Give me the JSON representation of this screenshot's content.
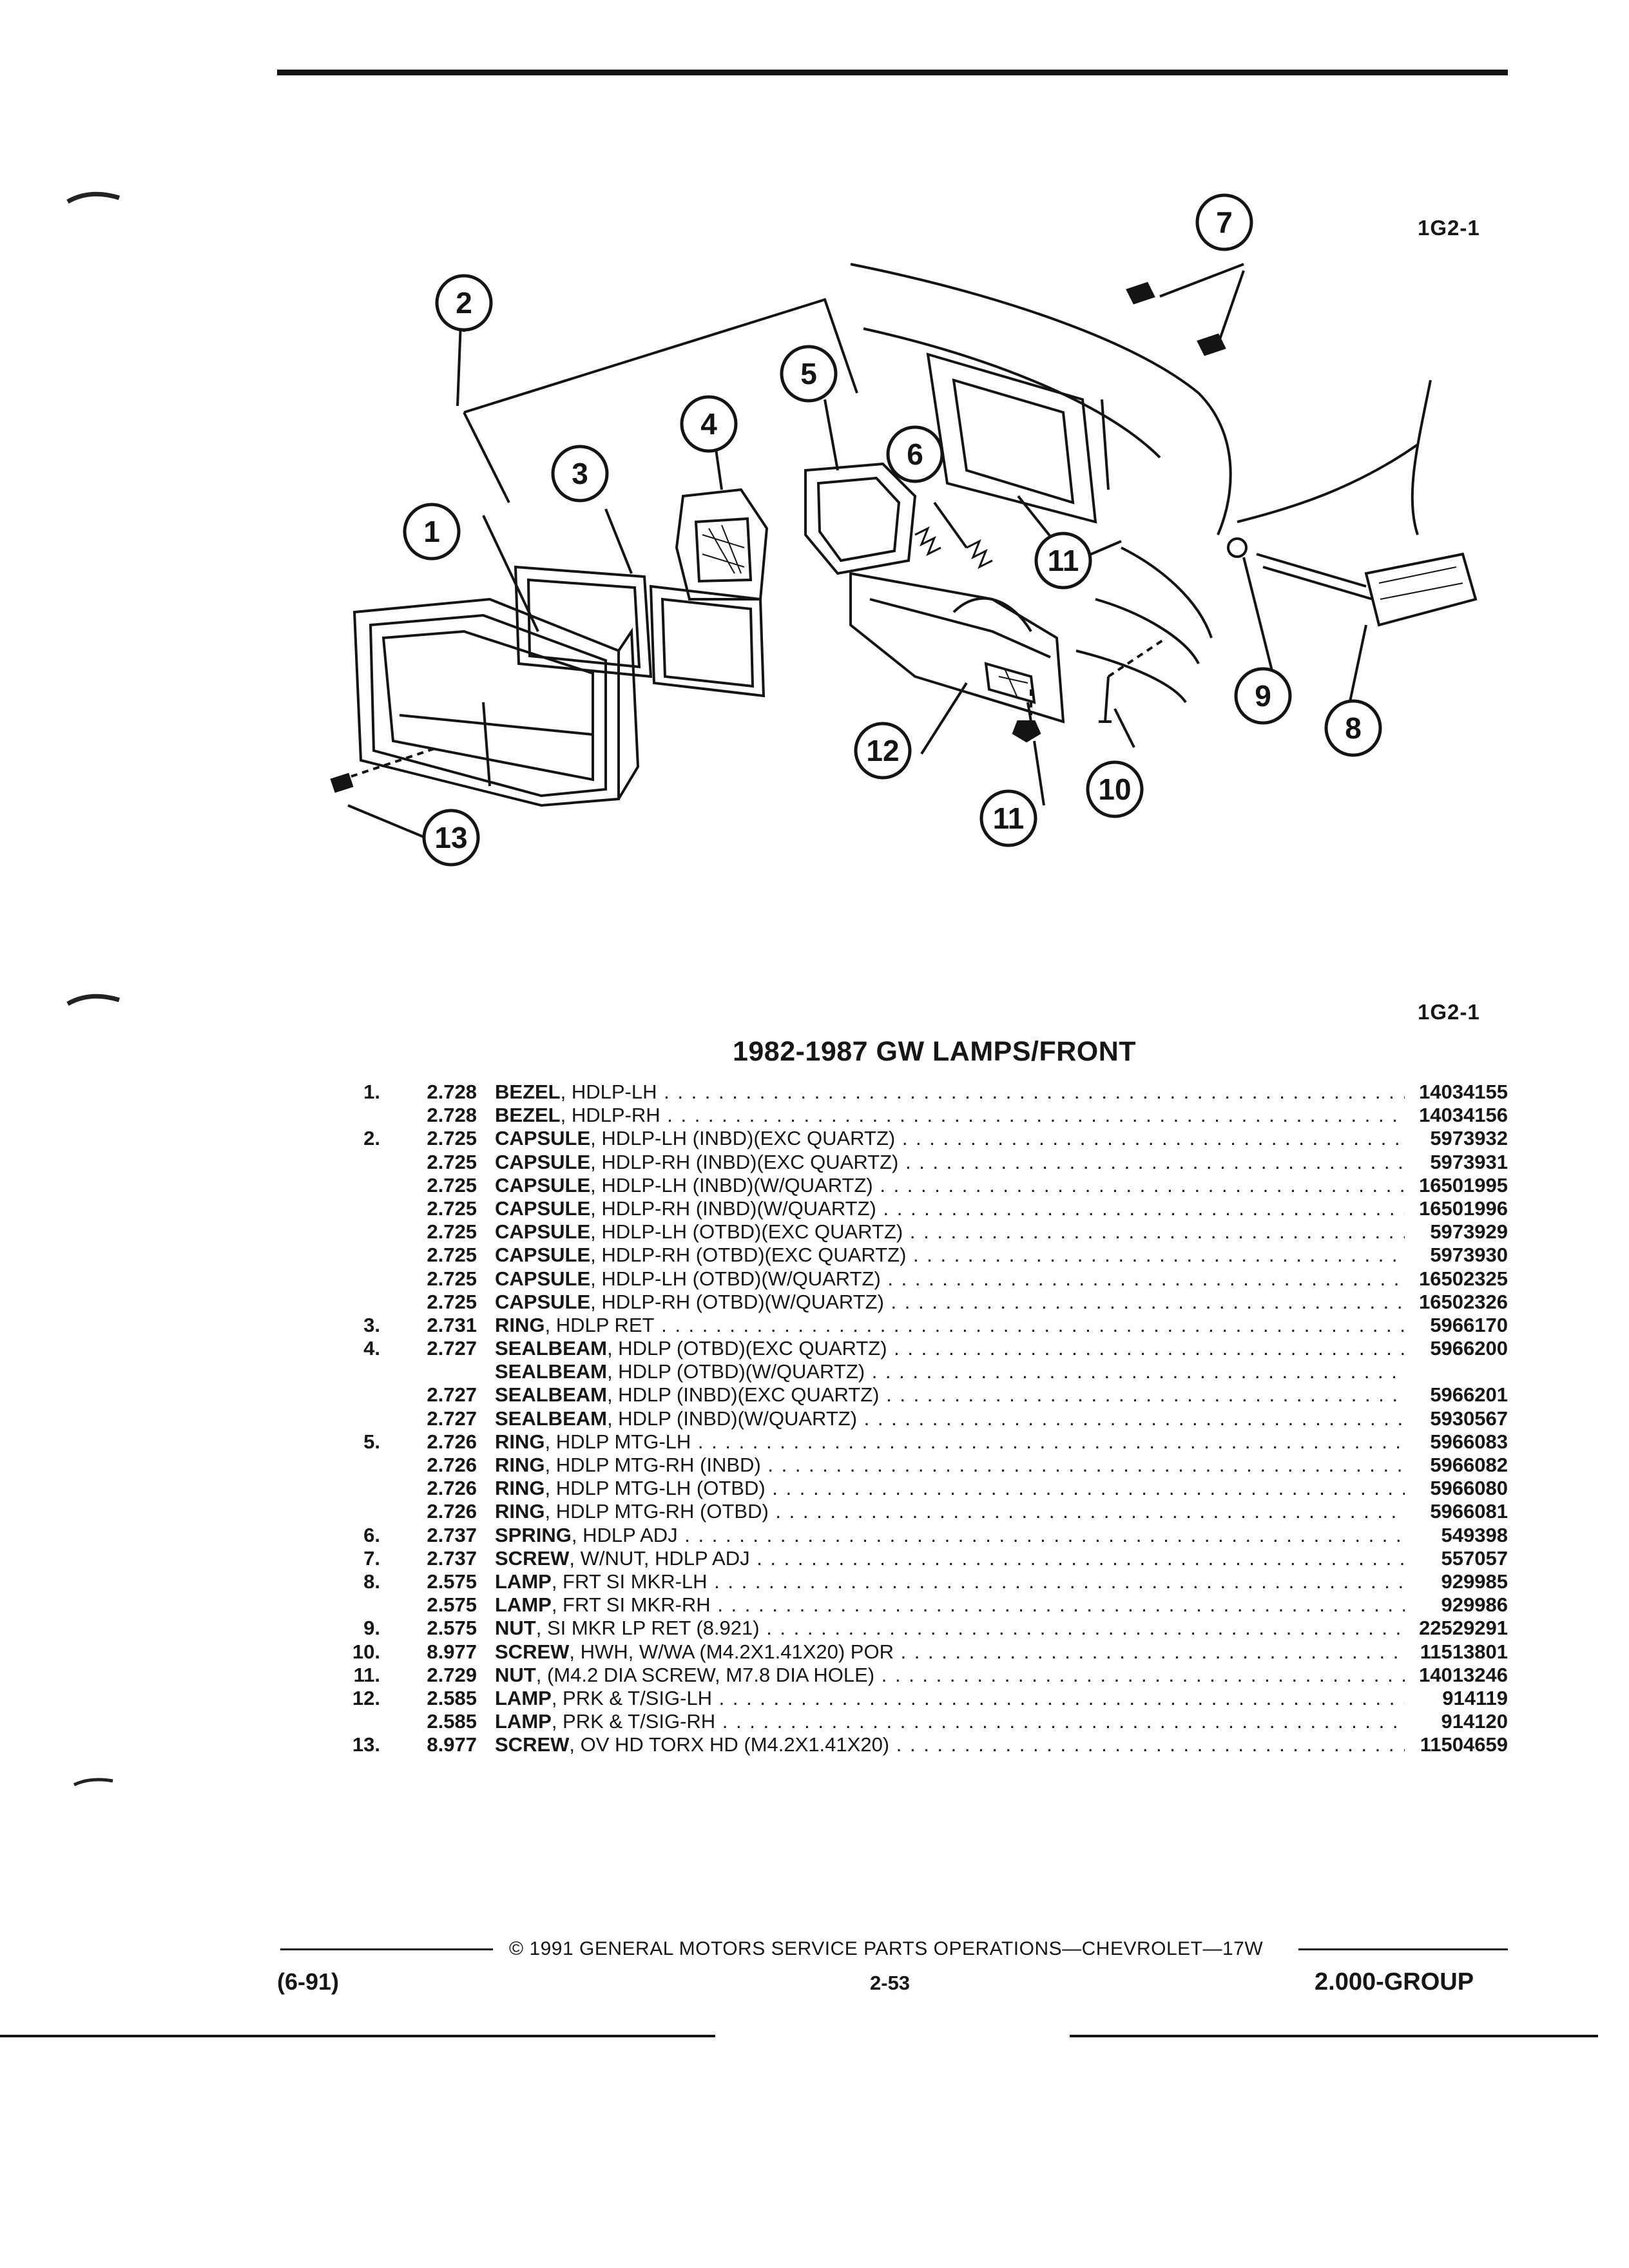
{
  "header": {
    "page_code": "1G2-1"
  },
  "diagram": {
    "callouts": [
      "1",
      "2",
      "3",
      "4",
      "5",
      "6",
      "7",
      "8",
      "9",
      "10",
      "11",
      "11",
      "12",
      "13"
    ]
  },
  "table": {
    "page_code": "1G2-1",
    "title": "1982-1987 GW LAMPS/FRONT",
    "rows": [
      {
        "num": "1.",
        "grp": "2.728",
        "name": "BEZEL",
        "detail": ", HDLP-LH",
        "part": "14034155"
      },
      {
        "num": "",
        "grp": "2.728",
        "name": "BEZEL",
        "detail": ", HDLP-RH",
        "part": "14034156"
      },
      {
        "num": "2.",
        "grp": "2.725",
        "name": "CAPSULE",
        "detail": ", HDLP-LH (INBD)(EXC QUARTZ)",
        "part": "5973932"
      },
      {
        "num": "",
        "grp": "2.725",
        "name": "CAPSULE",
        "detail": ", HDLP-RH (INBD)(EXC QUARTZ)",
        "part": "5973931"
      },
      {
        "num": "",
        "grp": "2.725",
        "name": "CAPSULE",
        "detail": ", HDLP-LH (INBD)(W/QUARTZ)",
        "part": "16501995"
      },
      {
        "num": "",
        "grp": "2.725",
        "name": "CAPSULE",
        "detail": ", HDLP-RH (INBD)(W/QUARTZ)",
        "part": "16501996"
      },
      {
        "num": "",
        "grp": "2.725",
        "name": "CAPSULE",
        "detail": ", HDLP-LH (OTBD)(EXC QUARTZ)",
        "part": "5973929"
      },
      {
        "num": "",
        "grp": "2.725",
        "name": "CAPSULE",
        "detail": ", HDLP-RH (OTBD)(EXC QUARTZ)",
        "part": "5973930"
      },
      {
        "num": "",
        "grp": "2.725",
        "name": "CAPSULE",
        "detail": ", HDLP-LH (OTBD)(W/QUARTZ)",
        "part": "16502325"
      },
      {
        "num": "",
        "grp": "2.725",
        "name": "CAPSULE",
        "detail": ", HDLP-RH (OTBD)(W/QUARTZ)",
        "part": "16502326"
      },
      {
        "num": "3.",
        "grp": "2.731",
        "name": "RING",
        "detail": ", HDLP RET",
        "part": "5966170"
      },
      {
        "num": "4.",
        "grp": "2.727",
        "name": "SEALBEAM",
        "detail": ", HDLP (OTBD)(EXC QUARTZ)",
        "part": "5966200"
      },
      {
        "num": "",
        "grp": "",
        "name": "SEALBEAM",
        "detail": ", HDLP (OTBD)(W/QUARTZ)",
        "part": ""
      },
      {
        "num": "",
        "grp": "2.727",
        "name": "SEALBEAM",
        "detail": ", HDLP (INBD)(EXC QUARTZ)",
        "part": "5966201"
      },
      {
        "num": "",
        "grp": "2.727",
        "name": "SEALBEAM",
        "detail": ", HDLP (INBD)(W/QUARTZ)",
        "part": "5930567"
      },
      {
        "num": "5.",
        "grp": "2.726",
        "name": "RING",
        "detail": ", HDLP MTG-LH",
        "part": "5966083"
      },
      {
        "num": "",
        "grp": "2.726",
        "name": "RING",
        "detail": ", HDLP MTG-RH (INBD)",
        "part": "5966082"
      },
      {
        "num": "",
        "grp": "2.726",
        "name": "RING",
        "detail": ", HDLP MTG-LH (OTBD)",
        "part": "5966080"
      },
      {
        "num": "",
        "grp": "2.726",
        "name": "RING",
        "detail": ", HDLP MTG-RH (OTBD)",
        "part": "5966081"
      },
      {
        "num": "6.",
        "grp": "2.737",
        "name": "SPRING",
        "detail": ", HDLP ADJ",
        "part": "549398"
      },
      {
        "num": "7.",
        "grp": "2.737",
        "name": "SCREW",
        "detail": ", W/NUT, HDLP ADJ",
        "part": "557057"
      },
      {
        "num": "8.",
        "grp": "2.575",
        "name": "LAMP",
        "detail": ", FRT SI MKR-LH",
        "part": "929985"
      },
      {
        "num": "",
        "grp": "2.575",
        "name": "LAMP",
        "detail": ", FRT SI MKR-RH",
        "part": "929986"
      },
      {
        "num": "9.",
        "grp": "2.575",
        "name": "NUT",
        "detail": ", SI MKR LP RET (8.921)",
        "part": "22529291"
      },
      {
        "num": "10.",
        "grp": "8.977",
        "name": "SCREW",
        "detail": ", HWH, W/WA (M4.2X1.41X20) POR",
        "part": "11513801"
      },
      {
        "num": "11.",
        "grp": "2.729",
        "name": "NUT",
        "detail": ", (M4.2 DIA SCREW, M7.8 DIA HOLE)",
        "part": "14013246"
      },
      {
        "num": "12.",
        "grp": "2.585",
        "name": "LAMP",
        "detail": ", PRK & T/SIG-LH",
        "part": "914119"
      },
      {
        "num": "",
        "grp": "2.585",
        "name": "LAMP",
        "detail": ", PRK & T/SIG-RH",
        "part": "914120"
      },
      {
        "num": "13.",
        "grp": "8.977",
        "name": "SCREW",
        "detail": ", OV HD TORX HD (M4.2X1.41X20)",
        "part": "11504659"
      }
    ]
  },
  "footer": {
    "copyright": "© 1991 GENERAL MOTORS SERVICE PARTS OPERATIONS—CHEVROLET—17W",
    "date": "(6-91)",
    "page_number": "2-53",
    "group": "2.000-GROUP"
  }
}
